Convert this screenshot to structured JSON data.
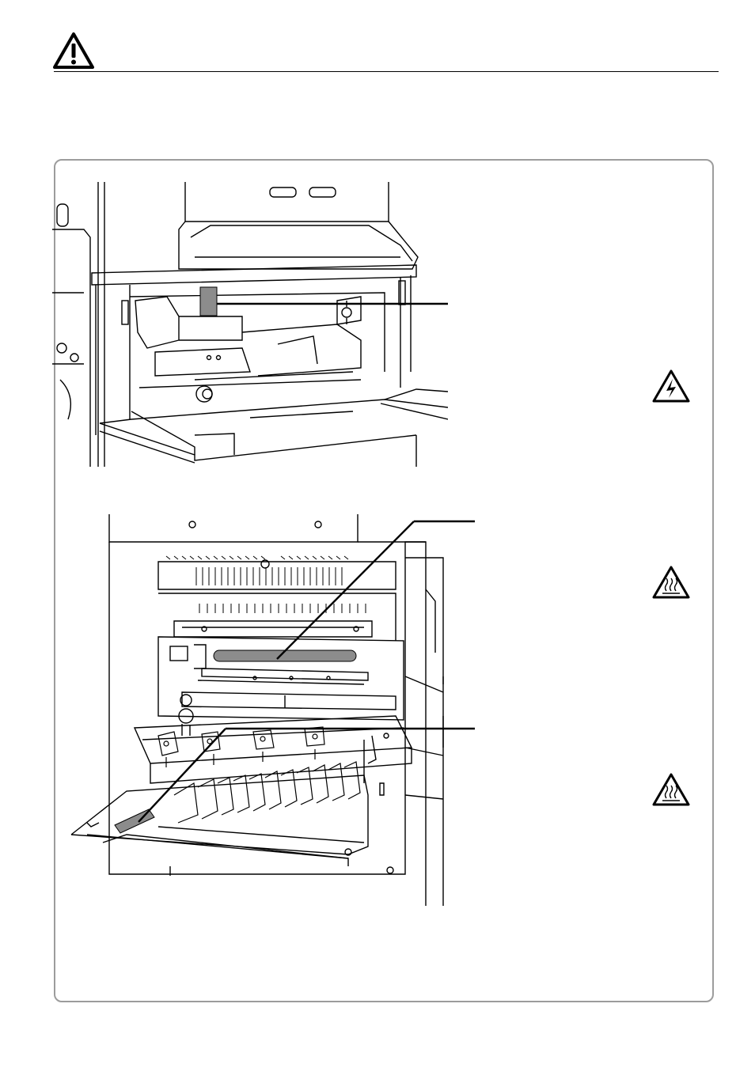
{
  "header": {
    "caution_symbol": "caution-triangle-icon"
  },
  "panel": {
    "figures": [
      {
        "subject": "front-interior",
        "callouts": 1
      },
      {
        "subject": "fuser-side-cover",
        "callouts": 2
      }
    ],
    "hazard_icons": [
      "high-voltage-icon",
      "hot-surface-icon",
      "hot-surface-icon"
    ]
  },
  "colors": {
    "line": "#000000",
    "panel_border": "#9c9c9c",
    "highlight": "#8c8c8c"
  }
}
